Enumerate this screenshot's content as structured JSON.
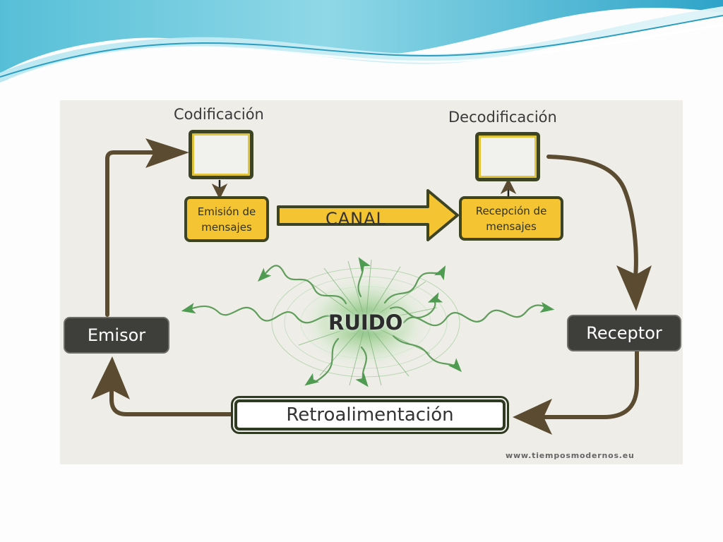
{
  "diagram": {
    "codificacion_label": "Codificación",
    "decodificacion_label": "Decodificación",
    "emision_label": "Emisión de\nmensajes",
    "recepcion_label": "Recepción de\nmensajes",
    "canal_label": "CANAL",
    "ruido_label": "RUIDO",
    "emisor_label": "Emisor",
    "receptor_label": "Receptor",
    "retroalimentacion_label": "Retroalimentación",
    "watermark": "www.tiemposmodernos.eu"
  },
  "colors": {
    "panel_background": "#efede8",
    "arrow_brown": "#5a4b31",
    "box_dark": "#3e3f3b",
    "box_yellow": "#f4c432",
    "noise_green": "#5f9d5b",
    "slide_blue": "#6ec5dc"
  }
}
